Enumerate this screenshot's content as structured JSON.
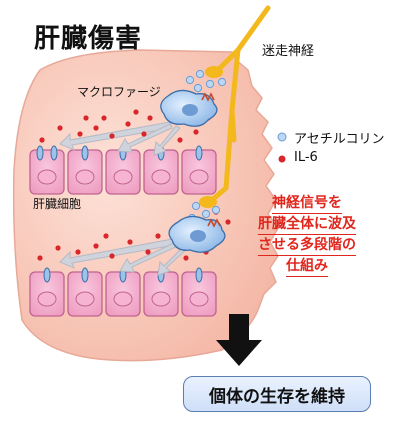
{
  "title": "肝臓傷害",
  "labels": {
    "vagus_nerve": "迷走神経",
    "macrophage": "マクロファージ",
    "hepatocyte": "肝臓細胞"
  },
  "legend": [
    {
      "label": "アセチルコリン",
      "color": "#8fbbe6"
    },
    {
      "label": "IL-6",
      "color": "#d9262b"
    }
  ],
  "note": [
    "神経信号を",
    "肝臓全体に波及",
    "させる多段階の",
    "仕組み"
  ],
  "outcome": "個体の生存を維持",
  "colors": {
    "liver": "#f8c6b6",
    "liver_edge": "#e8a898",
    "nerve": "#f3b81c",
    "cell": "#f3a7c9",
    "cell_edge": "#c0648f",
    "macrophage": "#aecdf0",
    "note": "#e0261d"
  }
}
